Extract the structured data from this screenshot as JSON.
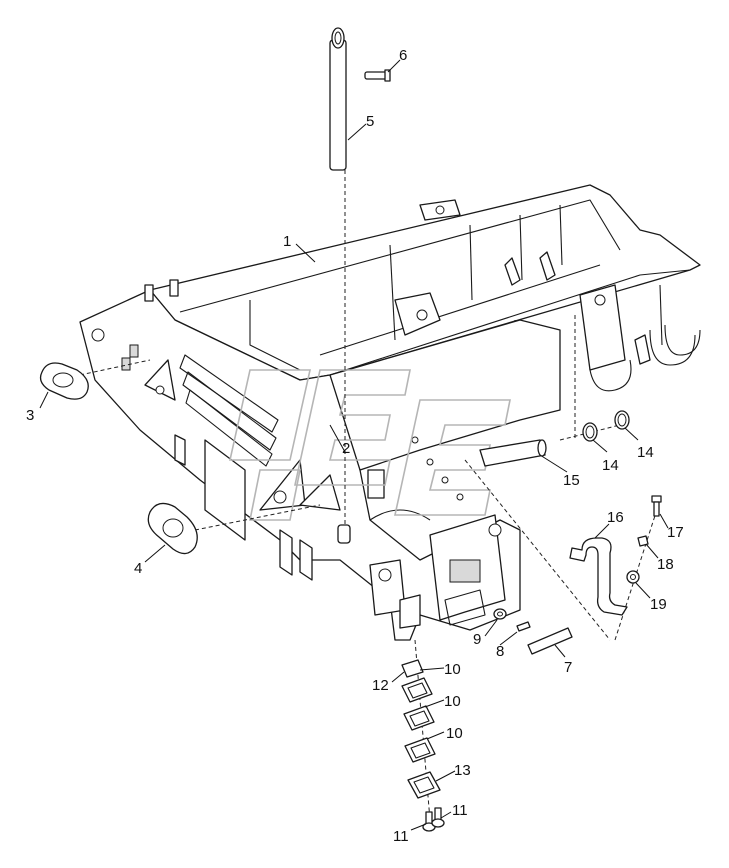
{
  "callouts": [
    {
      "id": "1",
      "text": "1"
    },
    {
      "id": "2",
      "text": "2"
    },
    {
      "id": "3",
      "text": "3"
    },
    {
      "id": "4",
      "text": "4"
    },
    {
      "id": "5",
      "text": "5"
    },
    {
      "id": "6",
      "text": "6"
    },
    {
      "id": "7",
      "text": "7"
    },
    {
      "id": "8",
      "text": "8"
    },
    {
      "id": "9",
      "text": "9"
    },
    {
      "id": "10a",
      "text": "10"
    },
    {
      "id": "10b",
      "text": "10"
    },
    {
      "id": "10c",
      "text": "10"
    },
    {
      "id": "11a",
      "text": "11"
    },
    {
      "id": "11b",
      "text": "11"
    },
    {
      "id": "12",
      "text": "12"
    },
    {
      "id": "13",
      "text": "13"
    },
    {
      "id": "14a",
      "text": "14"
    },
    {
      "id": "14b",
      "text": "14"
    },
    {
      "id": "15",
      "text": "15"
    },
    {
      "id": "16",
      "text": "16"
    },
    {
      "id": "17",
      "text": "17"
    },
    {
      "id": "18",
      "text": "18"
    },
    {
      "id": "19",
      "text": "19"
    }
  ],
  "colors": {
    "line": "#1a1a1a",
    "watermark": "#b5b5b5",
    "background": "#ffffff"
  }
}
